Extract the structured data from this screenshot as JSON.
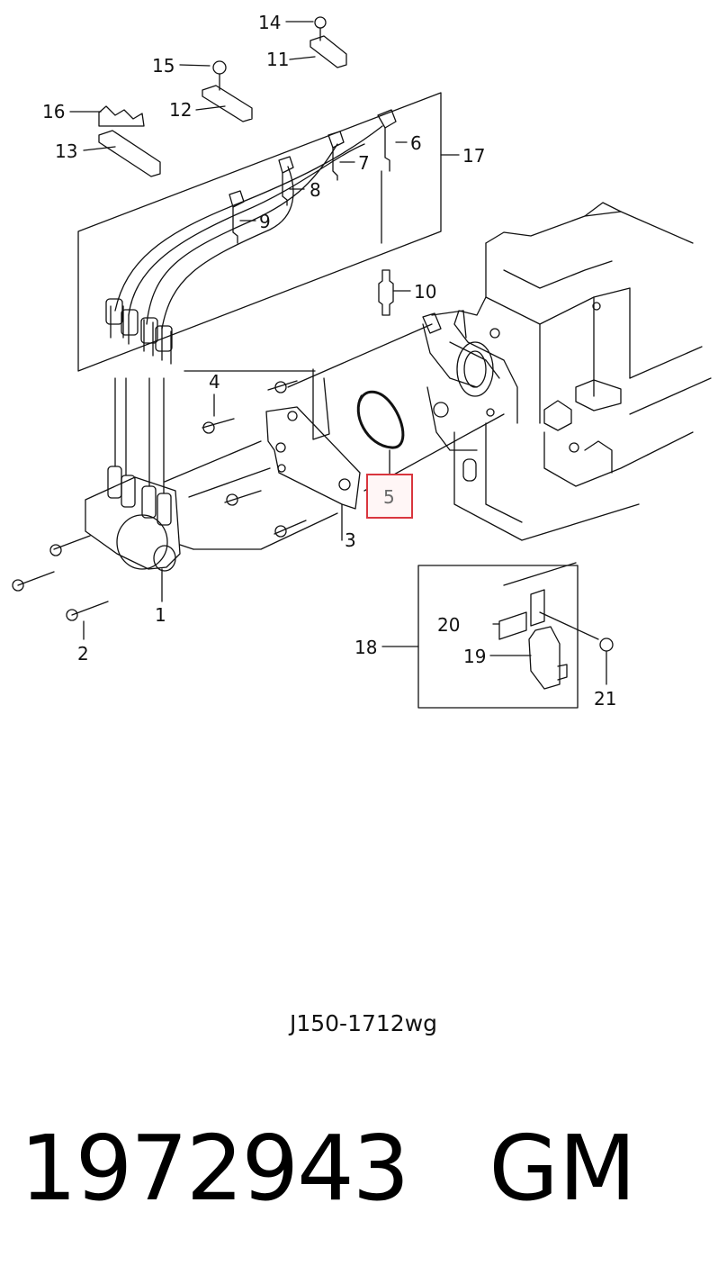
{
  "diagram": {
    "callouts": [
      "1",
      "2",
      "3",
      "4",
      "5",
      "6",
      "7",
      "8",
      "9",
      "10",
      "11",
      "12",
      "13",
      "14",
      "15",
      "16",
      "17",
      "18",
      "19",
      "20",
      "21"
    ],
    "highlighted_callout": "5",
    "highlight_color": "#d9363e",
    "line_color": "#111111"
  },
  "drawing_code": "J150-1712wg",
  "footer": {
    "part_number": "1972943",
    "brand": "GM"
  }
}
